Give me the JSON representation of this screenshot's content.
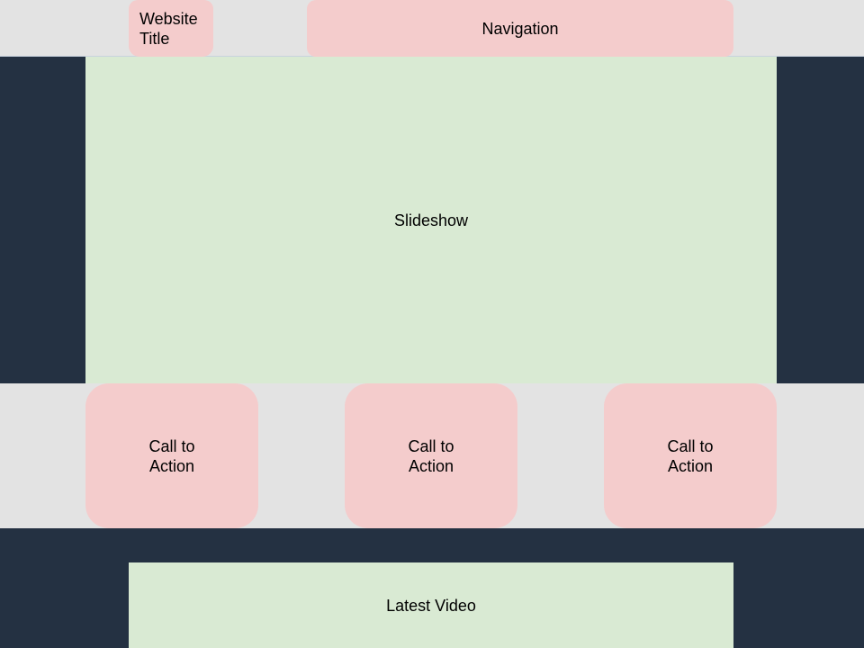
{
  "header": {
    "title": "Website Title",
    "navigation": "Navigation"
  },
  "hero": {
    "slideshow": "Slideshow"
  },
  "calls_to_action": [
    {
      "label": "Call to Action"
    },
    {
      "label": "Call to Action"
    },
    {
      "label": "Call to Action"
    }
  ],
  "video": {
    "label": "Latest Video"
  },
  "colors": {
    "dark_band": "#243142",
    "light_band": "#e3e3e3",
    "pink_block": "#f4cccc",
    "green_block": "#d9ead3"
  }
}
